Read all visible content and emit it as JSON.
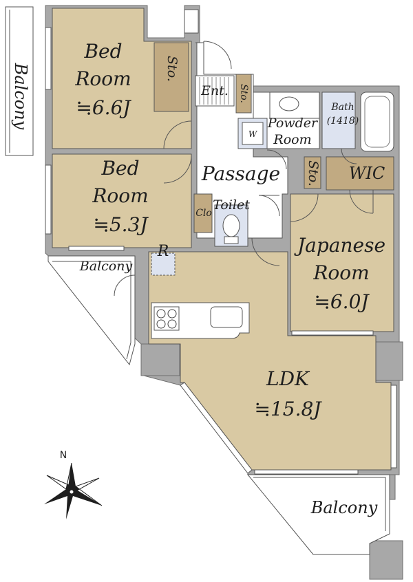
{
  "floorplan": {
    "rooms": {
      "bed1": {
        "line1": "Bed",
        "line2": "Room",
        "size": "≒6.6J"
      },
      "bed2": {
        "line1": "Bed",
        "line2": "Room",
        "size": "≒5.3J"
      },
      "japanese": {
        "line1": "Japanese",
        "line2": "Room",
        "size": "≒6.0J"
      },
      "ldk": {
        "line1": "LDK",
        "size": "≒15.8J"
      },
      "passage": "Passage",
      "toilet": "Toilet",
      "powder": {
        "line1": "Powder",
        "line2": "Room"
      },
      "bath": {
        "line1": "Bath",
        "line2": "(1418)"
      },
      "wic": "WIC",
      "entrance": "Ent.",
      "storage": "Sto.",
      "closet": "Clo",
      "refrigerator": "R",
      "washer": "W"
    },
    "balconies": {
      "west": "Balcony",
      "middle": "Balcony",
      "south": "Balcony"
    },
    "compass": {
      "north": "N"
    },
    "colors": {
      "floor": "#d9c9a3",
      "storage": "#c1aa82",
      "wall": "#a8a8a8",
      "bath": "#dde3f0"
    }
  }
}
